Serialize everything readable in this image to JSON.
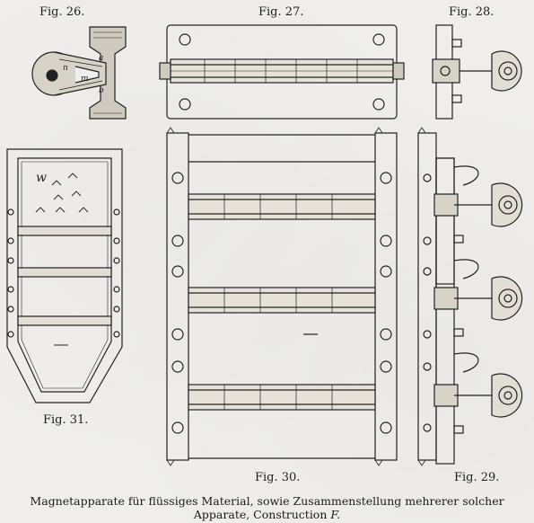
{
  "figures": {
    "fig26": "Fig. 26.",
    "fig27": "Fig. 27.",
    "fig28": "Fig. 28.",
    "fig29": "Fig. 29.",
    "fig30": "Fig. 30.",
    "fig31": "Fig. 31."
  },
  "fig26_letters": {
    "a": "a",
    "b": "b",
    "m": "m",
    "n": "n"
  },
  "fig31_letter": "w",
  "caption": {
    "line1": "Magnetapparate für flüssiges Material, sowie Zusammenstellung mehrerer solcher",
    "line2_text": "Apparate, Construction",
    "line2_letter": "F."
  }
}
